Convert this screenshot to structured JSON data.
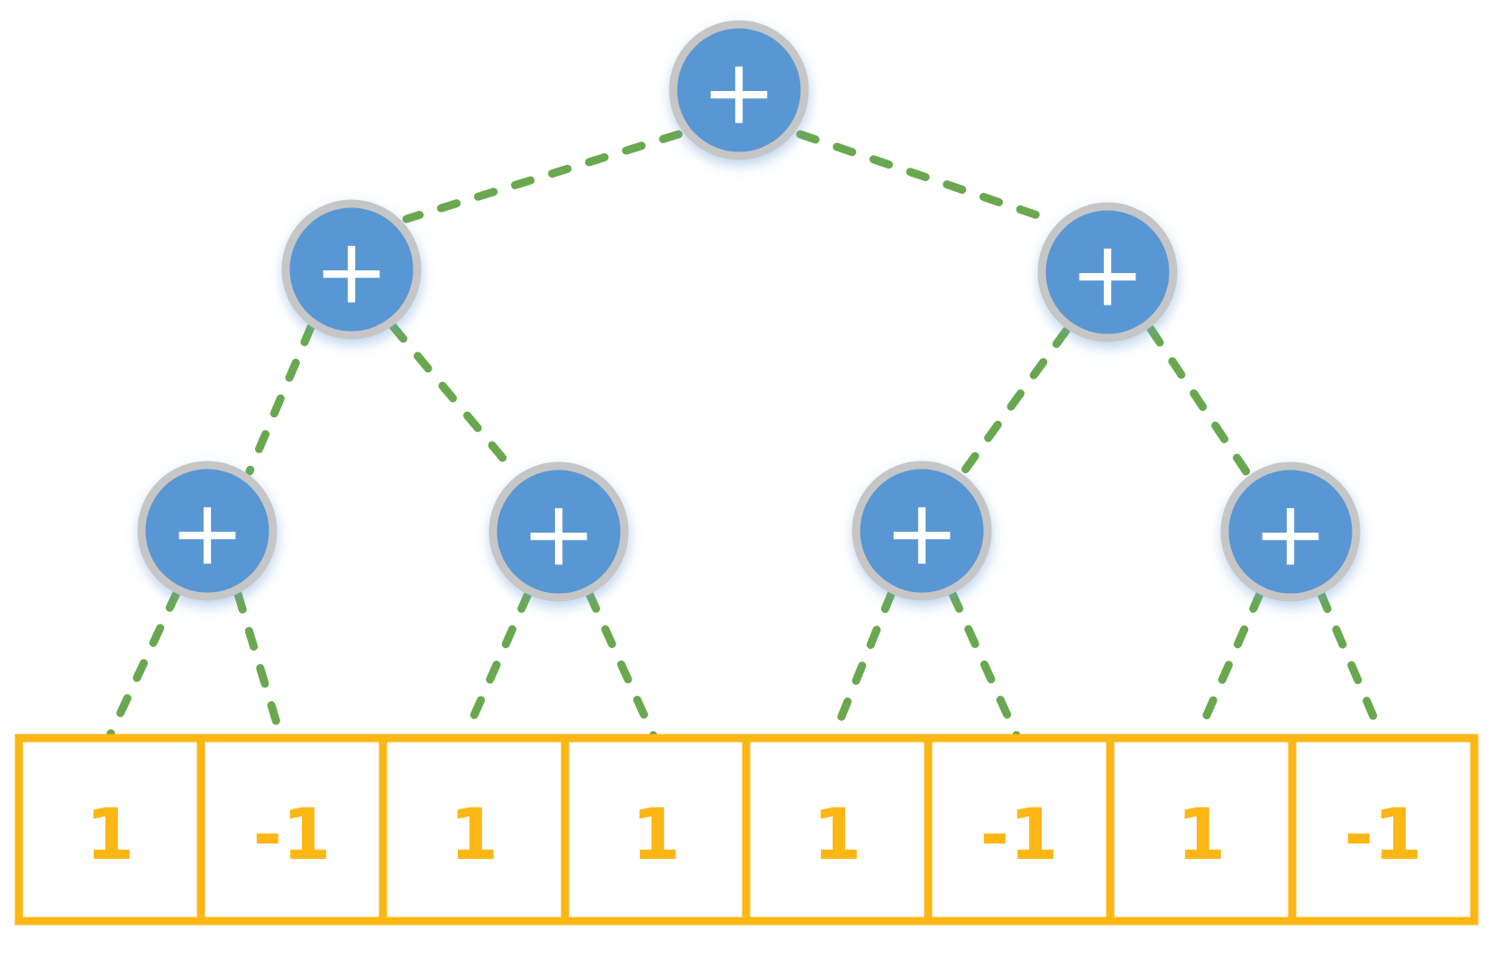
{
  "tree": {
    "nodes": [
      {
        "id": "root",
        "label": "+"
      },
      {
        "id": "level2-left",
        "label": "+"
      },
      {
        "id": "level2-right",
        "label": "+"
      },
      {
        "id": "leaf-1",
        "label": "+"
      },
      {
        "id": "leaf-2",
        "label": "+"
      },
      {
        "id": "leaf-3",
        "label": "+"
      },
      {
        "id": "leaf-4",
        "label": "+"
      }
    ]
  },
  "array": {
    "cells": [
      "1",
      "-1",
      "1",
      "1",
      "1",
      "-1",
      "1",
      "-1"
    ]
  },
  "colors": {
    "node_fill": "#5897D3",
    "node_border": "#C6C6C6",
    "node_label": "#FFFFFF",
    "edge_dash": "#6AA84F",
    "array_accent": "#FCB715",
    "background": "#FFFFFF"
  }
}
